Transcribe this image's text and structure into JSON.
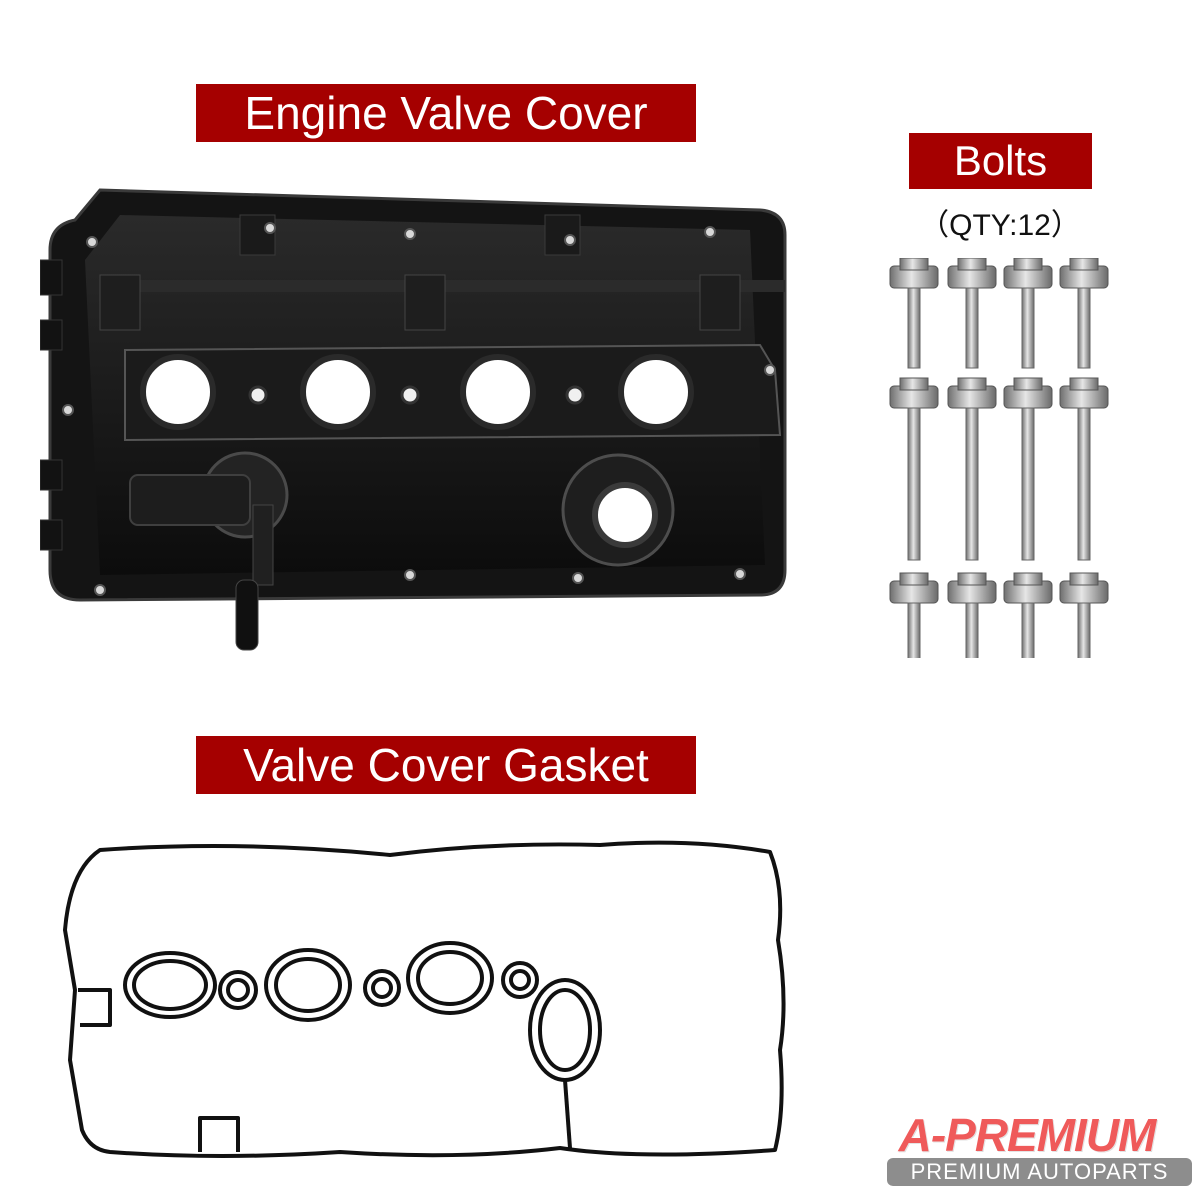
{
  "labels": {
    "engine_valve_cover": "Engine Valve Cover",
    "bolts": "Bolts",
    "bolts_qty": "（QTY:12）",
    "valve_cover_gasket": "Valve Cover Gasket"
  },
  "logo": {
    "brand": "A-PREMIUM",
    "tagline": "PREMIUM AUTOPARTS"
  },
  "colors": {
    "label_bg": "#a50000",
    "label_text": "#ffffff",
    "logo_red": "#ef5a5a",
    "logo_gray": "#8d8d8d"
  },
  "products": [
    {
      "name": "Engine Valve Cover",
      "quantity": 1
    },
    {
      "name": "Bolts",
      "quantity": 12
    },
    {
      "name": "Valve Cover Gasket",
      "quantity": 1
    }
  ]
}
